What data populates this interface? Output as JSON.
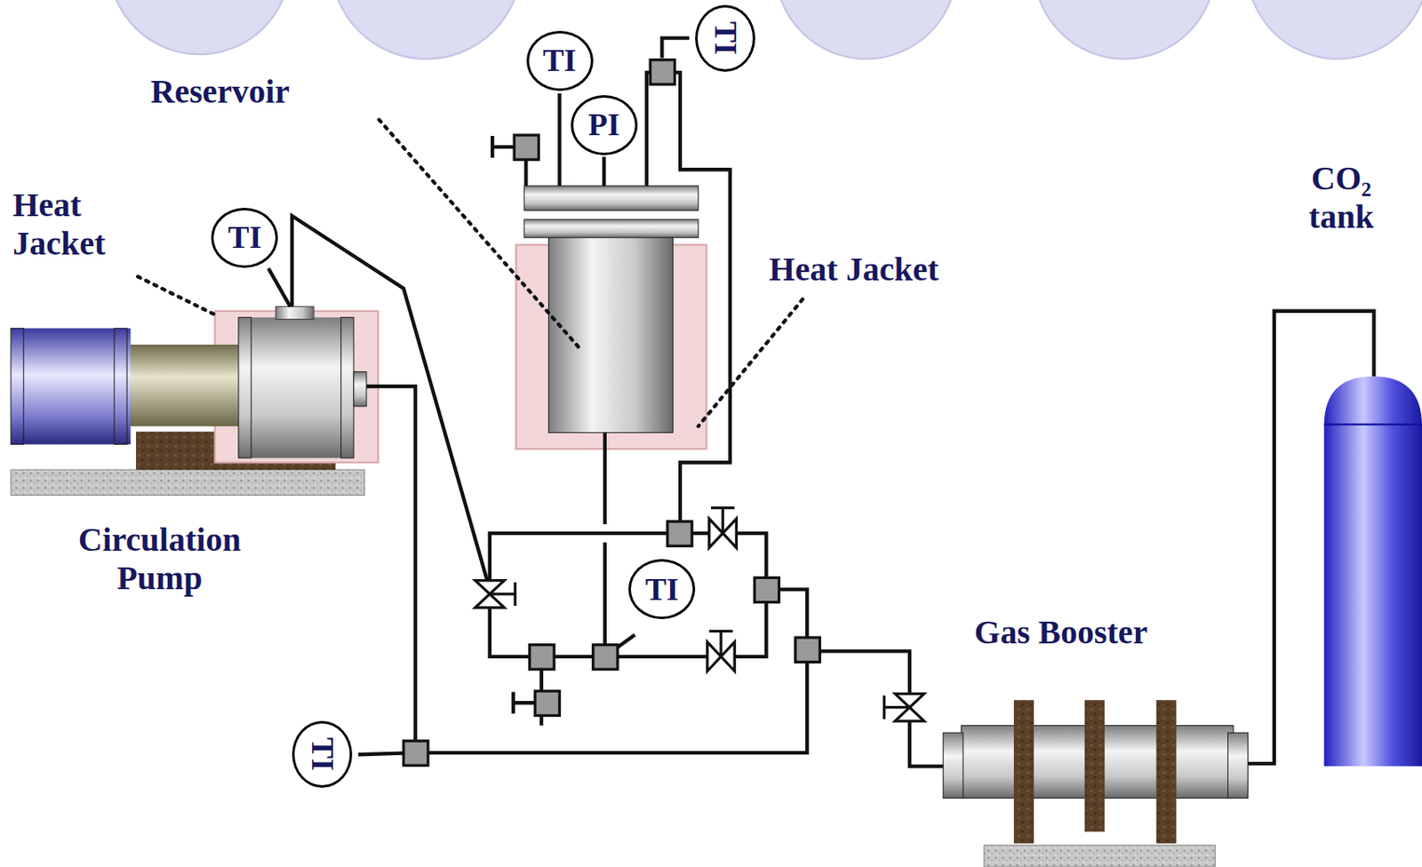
{
  "diagram": {
    "nodes": [
      {
        "text": [
          "TI"
        ]
      },
      {
        "text": [
          "PI"
        ]
      },
      {
        "text": [
          "TI"
        ]
      },
      {
        "text": [
          "TI"
        ]
      },
      {
        "text": [
          "TI"
        ]
      },
      {
        "text": [
          "TI"
        ]
      },
      {
        "text": [
          "Circulation Pump"
        ]
      },
      {
        "text": [
          "Gas Booster"
        ]
      },
      {
        "text": [
          "CO₂ tank"
        ]
      }
    ],
    "labels": [
      "Reservoir",
      "Heat Jacket",
      "Heat Jacket"
    ]
  }
}
